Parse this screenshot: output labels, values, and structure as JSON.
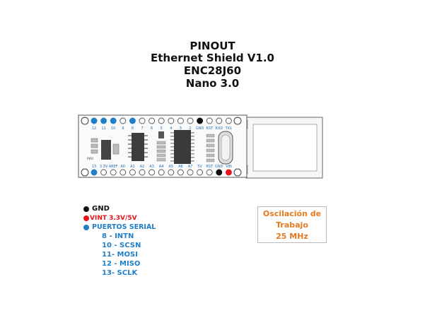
{
  "title_lines": [
    "PINOUT",
    "Ethernet Shield V1.0",
    "ENC28J60",
    "Nano 3.0"
  ],
  "board": {
    "top_pins": [
      "12",
      "11",
      "10",
      "9",
      "8",
      "7",
      "6",
      "5",
      "4",
      "3",
      "2",
      "GND",
      "RST",
      "RXD",
      "TX1"
    ],
    "bottom_pins": [
      "13",
      "3.3V",
      "AREF",
      "A0",
      "A1",
      "A2",
      "A3",
      "A4",
      "A5",
      "A6",
      "A7",
      "5V",
      "RST",
      "GND",
      "VIN"
    ],
    "pwr_label": "PWR"
  },
  "legend": {
    "gnd": "GND",
    "vint": "VINT 3.3V/5V",
    "serial": "PUERTOS SERIAL",
    "serial_items": [
      "8 - INTN",
      "10 - SCSN",
      "11- MOSI",
      "12 - MISO",
      "13- SCLK"
    ]
  },
  "oscillation": {
    "line1": "Oscilación de",
    "line2": "Trabajo",
    "line3": "25 MHz"
  },
  "colors": {
    "blue": "#1f7fc9",
    "red": "#e8141b",
    "black": "#111111",
    "orange": "#e57a21"
  }
}
